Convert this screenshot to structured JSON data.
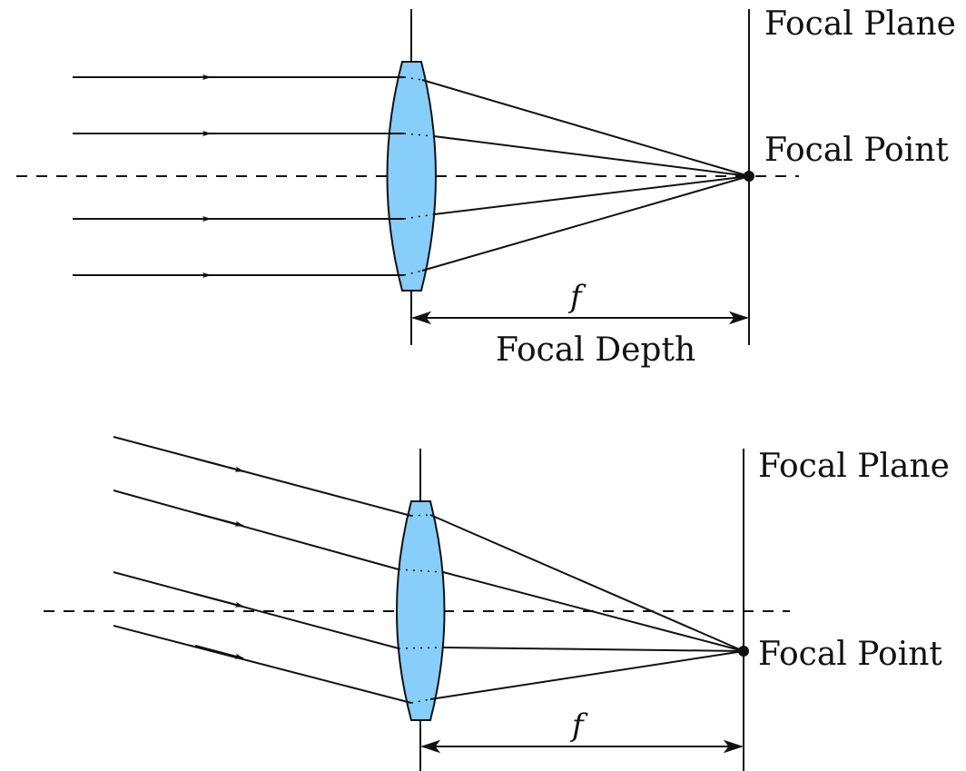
{
  "colors": {
    "lens_fill": "#87CEFA",
    "stroke": "#111111",
    "background": "#ffffff"
  },
  "top_diagram": {
    "focal_plane_label": "Focal Plane",
    "focal_point_label": "Focal Point",
    "focal_length_symbol": "f",
    "focal_depth_label": "Focal Depth"
  },
  "bottom_diagram": {
    "focal_plane_label": "Focal Plane",
    "focal_point_label": "Focal Point",
    "focal_length_symbol": "f"
  }
}
